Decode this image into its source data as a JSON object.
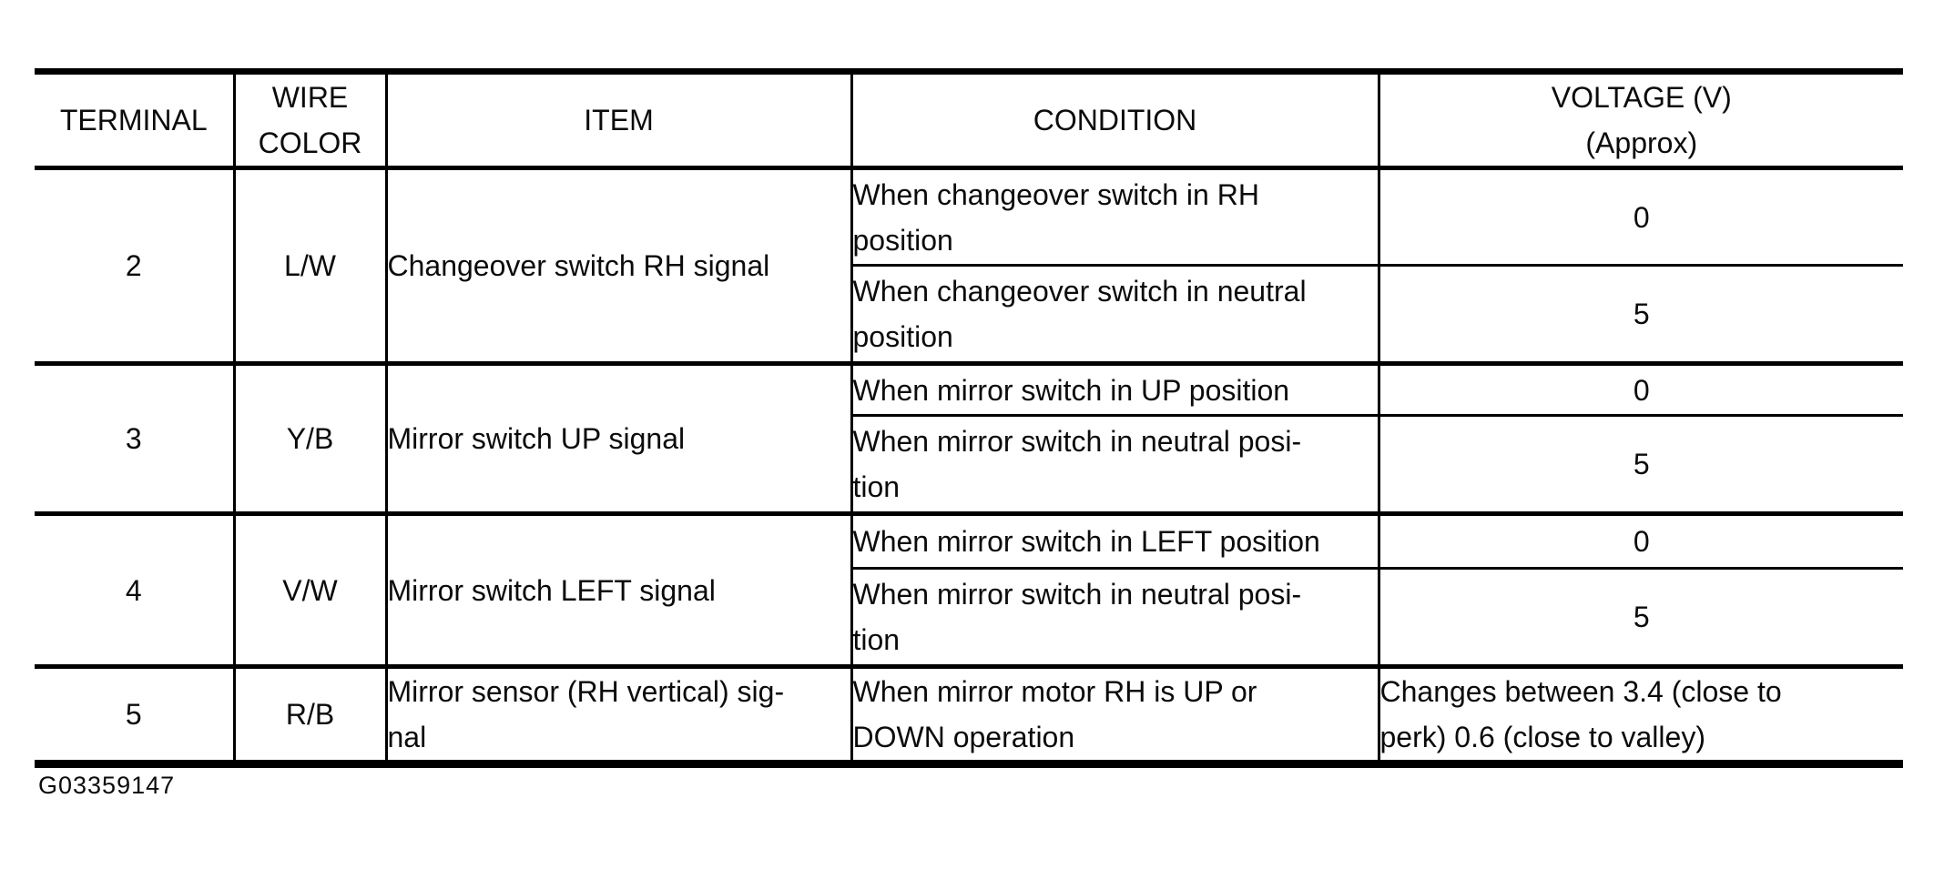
{
  "page": {
    "background": "#ffffff",
    "figure_id": "G03359147",
    "colors": {
      "border": "#000000",
      "text": "#0b0b0b"
    }
  },
  "table": {
    "headers": {
      "terminal": "TERMINAL",
      "wire_color": "WIRE\nCOLOR",
      "item": "ITEM",
      "condition": "CONDITION",
      "voltage": "VOLTAGE (V)\n(Approx)"
    },
    "groups": [
      {
        "terminal": "2",
        "wire_color": "L/W",
        "item": "Changeover switch RH signal",
        "rows": [
          {
            "condition": "When changeover switch in RH\nposition",
            "voltage": "0"
          },
          {
            "condition": "When changeover switch in neutral\nposition",
            "voltage": "5"
          }
        ]
      },
      {
        "terminal": "3",
        "wire_color": "Y/B",
        "item": "Mirror switch UP signal",
        "rows": [
          {
            "condition": "When mirror switch in UP position",
            "voltage": "0"
          },
          {
            "condition": "When mirror switch in neutral posi-\ntion",
            "voltage": "5"
          }
        ]
      },
      {
        "terminal": "4",
        "wire_color": "V/W",
        "item": "Mirror switch LEFT signal",
        "rows": [
          {
            "condition": "When mirror switch in LEFT position",
            "voltage": "0"
          },
          {
            "condition": "When mirror switch in neutral posi-\ntion",
            "voltage": "5"
          }
        ]
      },
      {
        "terminal": "5",
        "wire_color": "R/B",
        "item": "Mirror sensor (RH vertical) sig-\nnal",
        "rows": [
          {
            "condition": "When mirror motor RH is UP or\nDOWN operation",
            "voltage": "Changes between 3.4 (close to\nperk) 0.6 (close to valley)"
          }
        ]
      }
    ]
  }
}
